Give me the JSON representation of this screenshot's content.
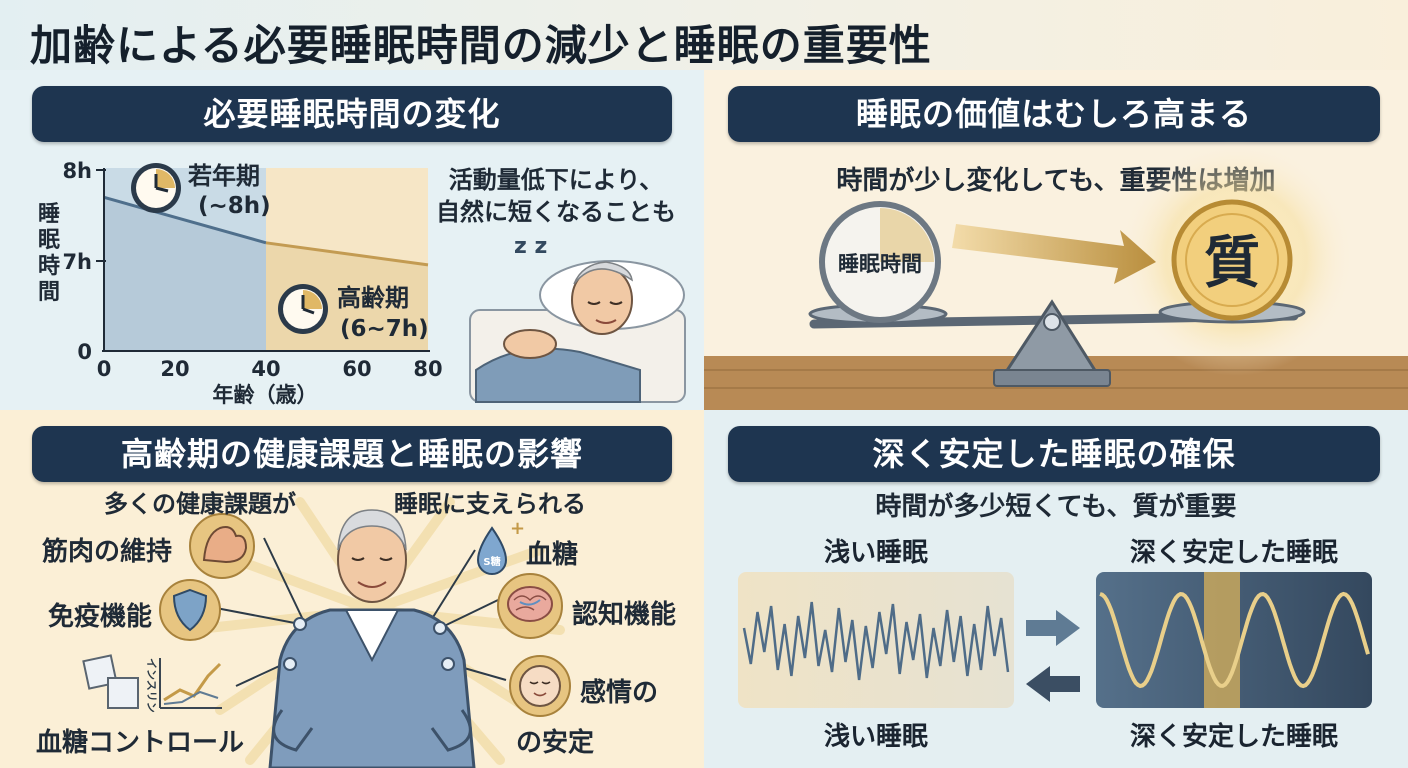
{
  "title": "加齢による必要睡眠時間の減少と睡眠の重要性",
  "panel1": {
    "heading": "必要睡眠時間の変化",
    "y_label": [
      "睡",
      "眠",
      "時",
      "間"
    ],
    "x_label": "年齢（歳）",
    "y_ticks": [
      "8h",
      "7h",
      "0"
    ],
    "x_ticks": [
      "0",
      "20",
      "40",
      "60",
      "80"
    ],
    "young_label": "若年期",
    "young_hours": "(~8h)",
    "old_label": "高齢期",
    "old_hours": "(6~7h)",
    "note_line1": "活動量低下により、",
    "note_line2": "自然に短くなることも",
    "zzz": "z z"
  },
  "chart_data": {
    "type": "line",
    "x": [
      0,
      40,
      80
    ],
    "series": [
      {
        "values": [
          7.7,
          7.2,
          6.7
        ]
      }
    ],
    "xlabel": "年齢（歳）",
    "ylabel": "睡眠時間",
    "xlim": [
      0,
      80
    ],
    "y_ticks": [
      "0",
      "7h",
      "8h"
    ],
    "regions": [
      {
        "label": "若年期",
        "x_range": [
          0,
          40
        ]
      },
      {
        "label": "高齢期",
        "x_range": [
          40,
          80
        ]
      }
    ]
  },
  "panel2": {
    "heading": "睡眠の価値はむしろ高まる",
    "subtitle": "時間が少し変化しても、重要性は増加",
    "left_weight": "睡眠時間",
    "right_weight": "質"
  },
  "panel3": {
    "heading": "高齢期の健康課題と睡眠の影響",
    "left_caption": "多くの健康課題が",
    "right_caption": "睡眠に支えられる",
    "items": {
      "muscle": "筋肉の維持",
      "immune": "免疫機能",
      "glucose_control": "血糖コントロール",
      "blood_sugar": "血糖",
      "cognition": "認知機能",
      "emotion_line1": "感情の",
      "emotion_line2": "の安定",
      "insulin": "インスリン",
      "drop_label": "S糖"
    }
  },
  "panel4": {
    "heading": "深く安定した睡眠の確保",
    "subtitle": "時間が多少短くても、質が重要",
    "shallow_top": "浅い睡眠",
    "deep_top": "深く安定した睡眠",
    "shallow_bottom": "浅い睡眠",
    "deep_bottom": "深く安定した睡眠"
  },
  "colors": {
    "navy": "#1e3550",
    "gold": "#d9b25a",
    "slate": "#5f7b94"
  }
}
